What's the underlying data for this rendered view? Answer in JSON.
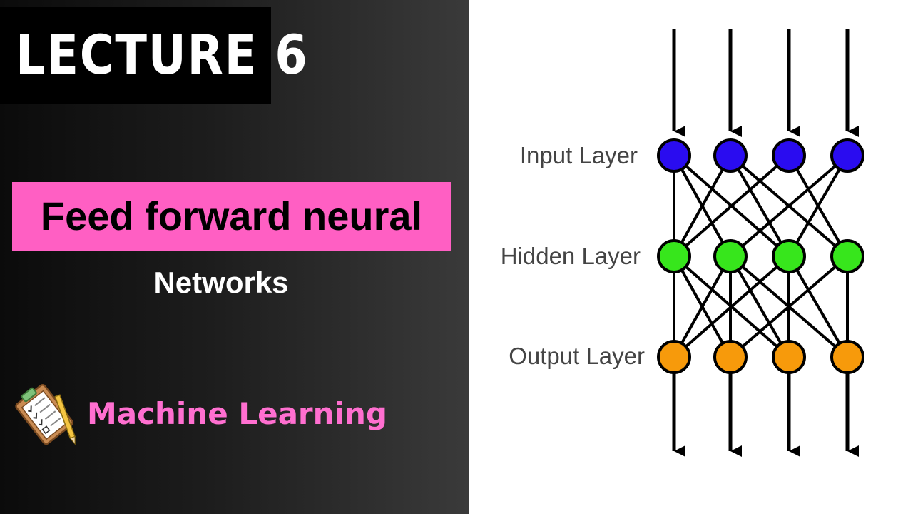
{
  "thumbnail": {
    "lecture_title": "LECTURE 6",
    "banner_text": "Feed forward neural",
    "subtitle": "Networks",
    "course_label": "Machine Learning",
    "course_icon": "clipboard-checklist-icon"
  },
  "diagram": {
    "layers": [
      {
        "label": "Input Layer",
        "color": "#2a0cf0",
        "nodes": 4
      },
      {
        "label": "Hidden Layer",
        "color": "#37e61c",
        "nodes": 4
      },
      {
        "label": "Output Layer",
        "color": "#f79a0b",
        "nodes": 4
      }
    ],
    "connections": [
      {
        "from_layer": 0,
        "to_layer": 1,
        "pairs": [
          [
            0,
            0
          ],
          [
            0,
            1
          ],
          [
            0,
            2
          ],
          [
            1,
            0
          ],
          [
            1,
            2
          ],
          [
            1,
            3
          ],
          [
            2,
            0
          ],
          [
            2,
            3
          ],
          [
            3,
            1
          ],
          [
            3,
            2
          ]
        ]
      },
      {
        "from_layer": 1,
        "to_layer": 2,
        "pairs": [
          [
            0,
            0
          ],
          [
            0,
            1
          ],
          [
            0,
            2
          ],
          [
            1,
            0
          ],
          [
            1,
            1
          ],
          [
            1,
            2
          ],
          [
            1,
            3
          ],
          [
            2,
            0
          ],
          [
            2,
            2
          ],
          [
            2,
            3
          ],
          [
            3,
            1
          ],
          [
            3,
            3
          ]
        ]
      }
    ]
  },
  "colors": {
    "banner_pink": "#ff5fc3",
    "course_pink": "#ff6fd0",
    "dark_background": "#1a1a1a"
  }
}
